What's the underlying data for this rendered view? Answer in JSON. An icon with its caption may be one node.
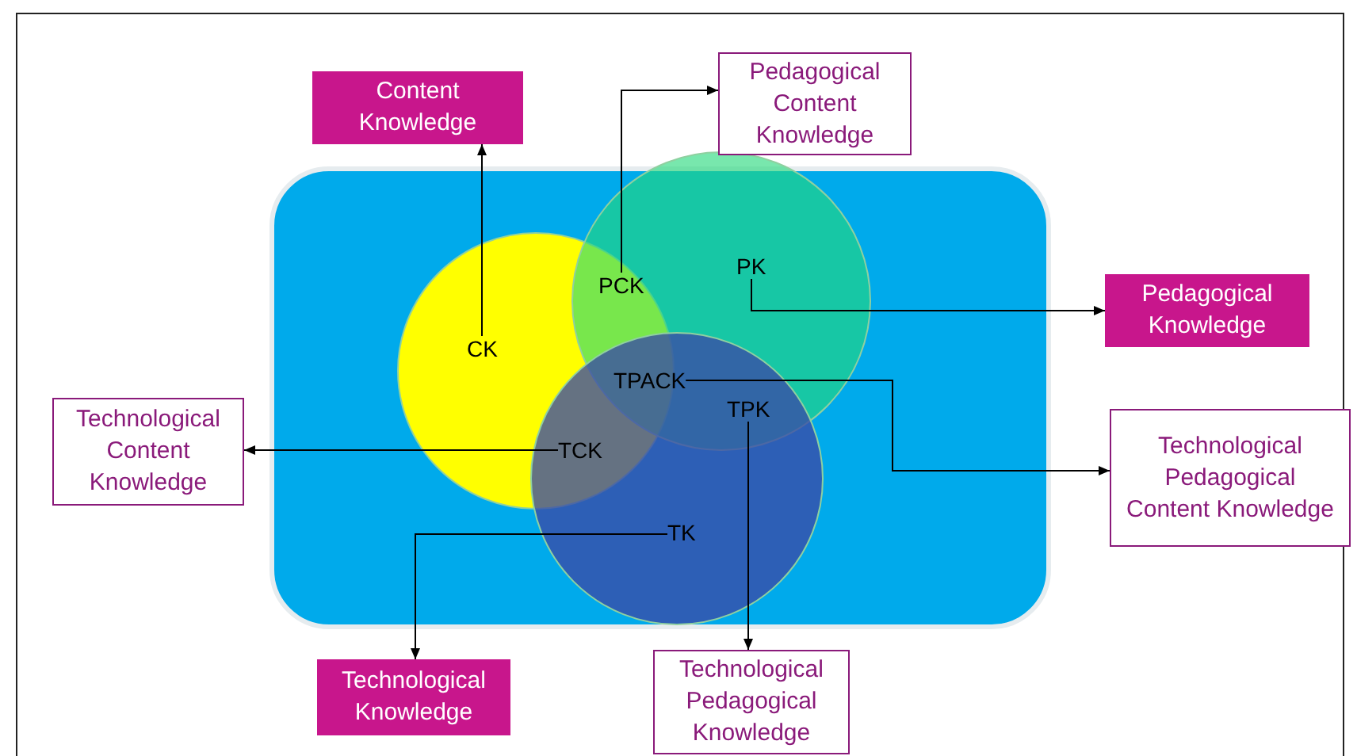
{
  "diagram": {
    "nodes": [
      {
        "text": [],
        "shape": "box"
      },
      {
        "text": [],
        "shape": "circle",
        "in": 0
      },
      {
        "text": [],
        "shape": "circle",
        "in": 0
      },
      {
        "text": [],
        "shape": "circle",
        "in": 0
      },
      {
        "text": [
          "CK"
        ],
        "in": 1
      },
      {
        "text": [
          "PCK"
        ]
      },
      {
        "text": [
          "PK"
        ],
        "in": 2
      },
      {
        "text": [
          "TPACK"
        ]
      },
      {
        "text": [
          "TCK"
        ]
      },
      {
        "text": [
          "TPK"
        ]
      },
      {
        "text": [
          "TK"
        ],
        "in": 3
      },
      {
        "text": [
          "Content Knowledge"
        ]
      },
      {
        "text": [
          "Pedagogical Content Knowledge"
        ]
      },
      {
        "text": [
          "Pedagogical Knowledge"
        ]
      },
      {
        "text": [
          "Technological Content Knowledge"
        ]
      },
      {
        "text": [
          "Technological Pedagogical Content Knowledge"
        ]
      },
      {
        "text": [
          "Technological Knowledge"
        ]
      },
      {
        "text": [
          "Technological Pedagogical Knowledge"
        ]
      }
    ],
    "edges": [
      {
        "from": 4,
        "to": 11,
        "arrow": "to"
      },
      {
        "from": 5,
        "to": 12,
        "arrow": "to"
      },
      {
        "from": 6,
        "to": 13,
        "arrow": "to"
      },
      {
        "from": 7,
        "to": 15,
        "arrow": "to"
      },
      {
        "from": 8,
        "to": 14,
        "arrow": "to"
      },
      {
        "from": 10,
        "to": 16,
        "arrow": "to"
      },
      {
        "from": 9,
        "to": 17,
        "arrow": "to"
      }
    ]
  }
}
